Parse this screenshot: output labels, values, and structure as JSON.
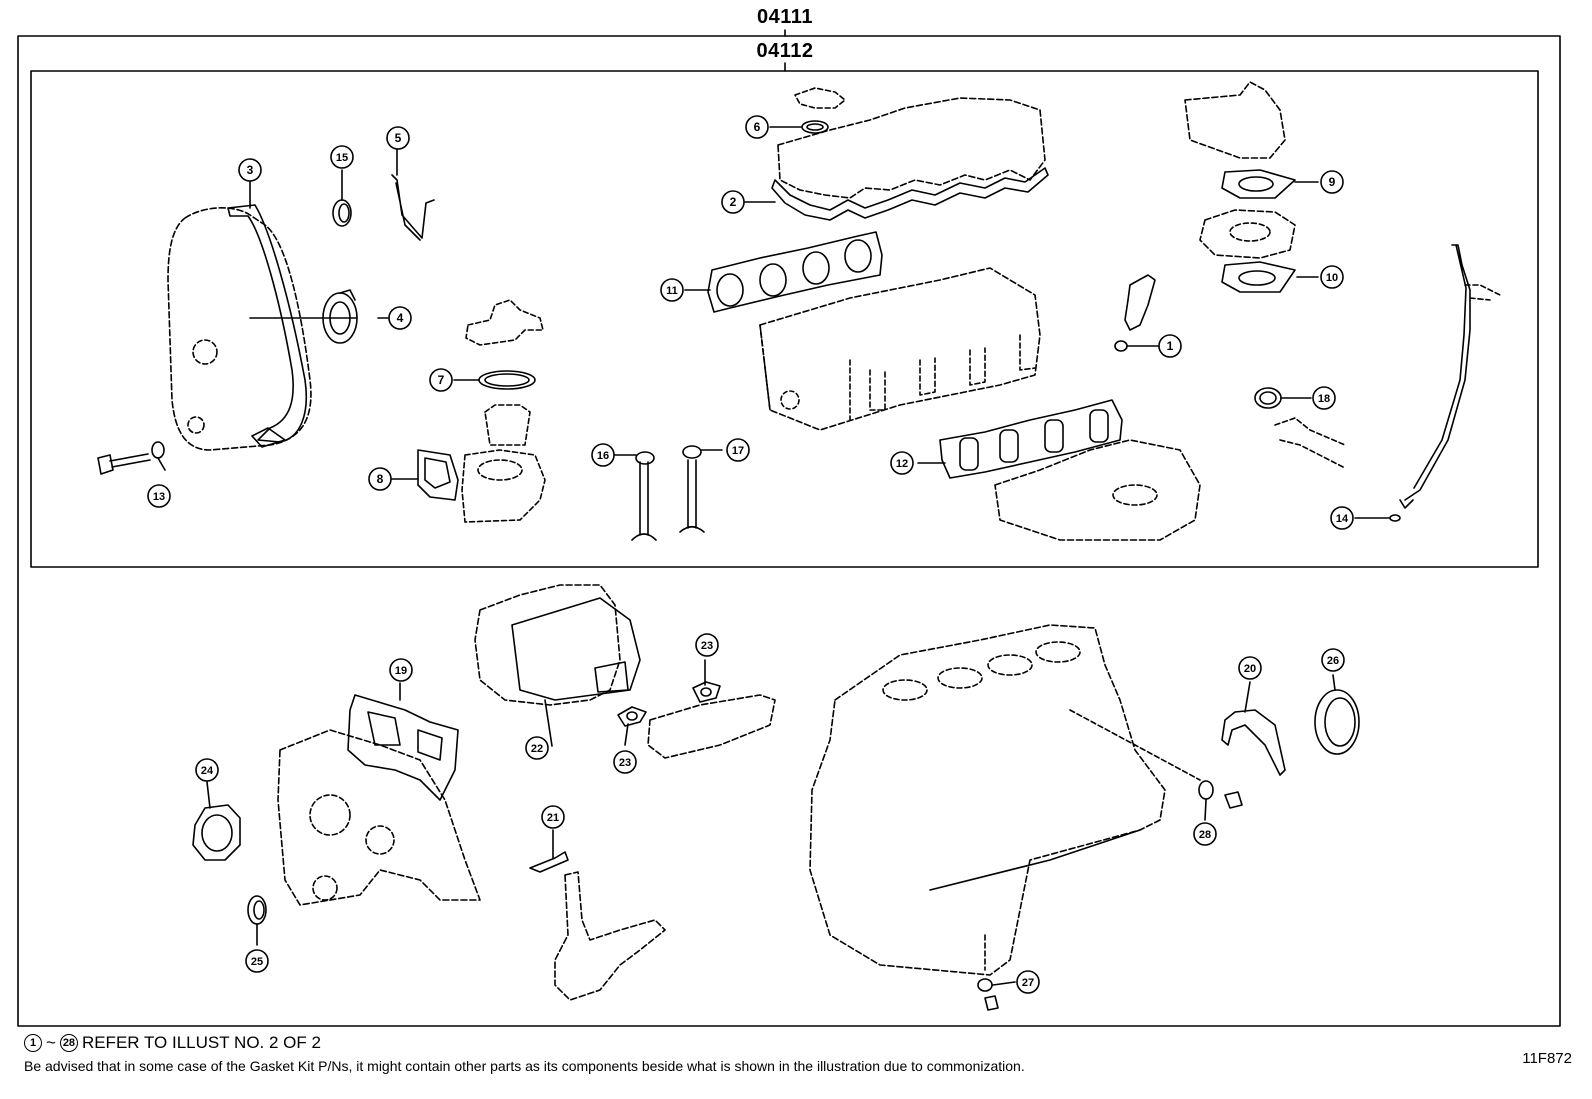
{
  "header": {
    "kit_top": "04111",
    "kit_inner": "04112"
  },
  "callouts": [
    "1",
    "2",
    "3",
    "4",
    "5",
    "6",
    "7",
    "8",
    "9",
    "10",
    "11",
    "12",
    "13",
    "14",
    "15",
    "16",
    "17",
    "18",
    "19",
    "20",
    "21",
    "22",
    "23",
    "23",
    "24",
    "25",
    "26",
    "27",
    "28"
  ],
  "footer": {
    "ref_from": "1",
    "ref_tilde": "~",
    "ref_to": "28",
    "ref_text": "REFER TO ILLUST NO. 2 OF 2",
    "disclaimer": "Be advised that in some case of the Gasket Kit P/Ns,  it might contain other parts as its components beside what is shown in the illustration due to commonization.",
    "illustration_code": "11F872"
  }
}
